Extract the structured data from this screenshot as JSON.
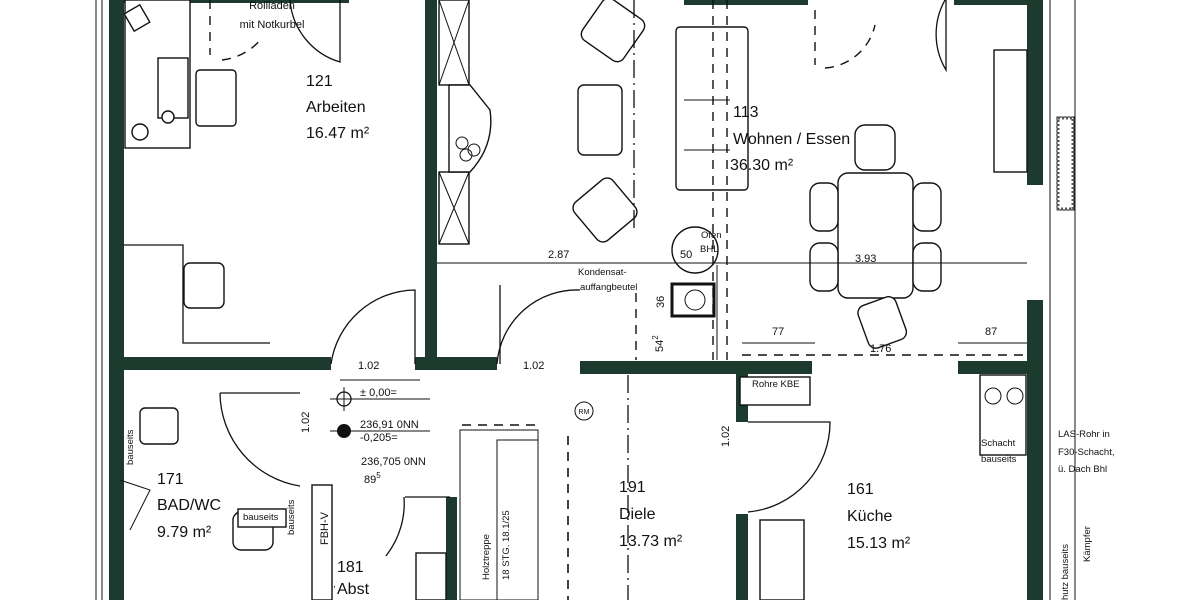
{
  "rooms": {
    "arbeiten": {
      "number": "121",
      "name": "Arbeiten",
      "area": "16.47 m²"
    },
    "wohnen": {
      "number": "113",
      "name": "Wohnen / Essen",
      "area": "36.30 m²"
    },
    "bad": {
      "number": "171",
      "name": "BAD/WC",
      "area": "9.79 m²"
    },
    "abst": {
      "number": "181",
      "name": "Abst"
    },
    "diele": {
      "number": "191",
      "name": "Diele",
      "area": "13.73 m²"
    },
    "kueche": {
      "number": "161",
      "name": "Küche",
      "area": "15.13 m²"
    }
  },
  "notes": {
    "rollladen_1": "Rollladen",
    "rollladen_2": "mit Notkurbel",
    "ofen": "Ofen",
    "bhl": "BHL",
    "kondensat_1": "Kondensat-",
    "kondensat_2": "auffangbeutel",
    "rohre": "Rohre KBE",
    "rm": "RM",
    "treppe_1": "Holztreppe",
    "treppe_2": "18 STG. 18.1/25",
    "bauseits_1": "bauseits",
    "bauseits_2": "bauseits",
    "bauseits_3": "bauseits",
    "fbh": "FBH-V",
    "schacht_1": "Schacht",
    "schacht_2": "bauseits",
    "las_1": "LAS-Rohr in",
    "las_2": "F30-Schacht,",
    "las_3": "ü. Dach Bhl",
    "kaempfer": "Kämpfer",
    "schutz": "hutz bauseits"
  },
  "levels": {
    "l1": "± 0,00=",
    "l2": "236,91 0NN",
    "l3": "-0,205=",
    "l4": "236,705 0NN",
    "l5": "89",
    "l5_sup": "5"
  },
  "dimensions": {
    "d287": "2.87",
    "d393": "3.93",
    "d50": "50",
    "d36": "36",
    "d54": "54",
    "d54_sup": "2",
    "d77": "77",
    "d87": "87",
    "d176": "1.76",
    "door1": "1.02",
    "door2": "1.02",
    "door3": "1.02",
    "door4": "1.02"
  },
  "colors": {
    "wall": "#1c3a2e"
  }
}
